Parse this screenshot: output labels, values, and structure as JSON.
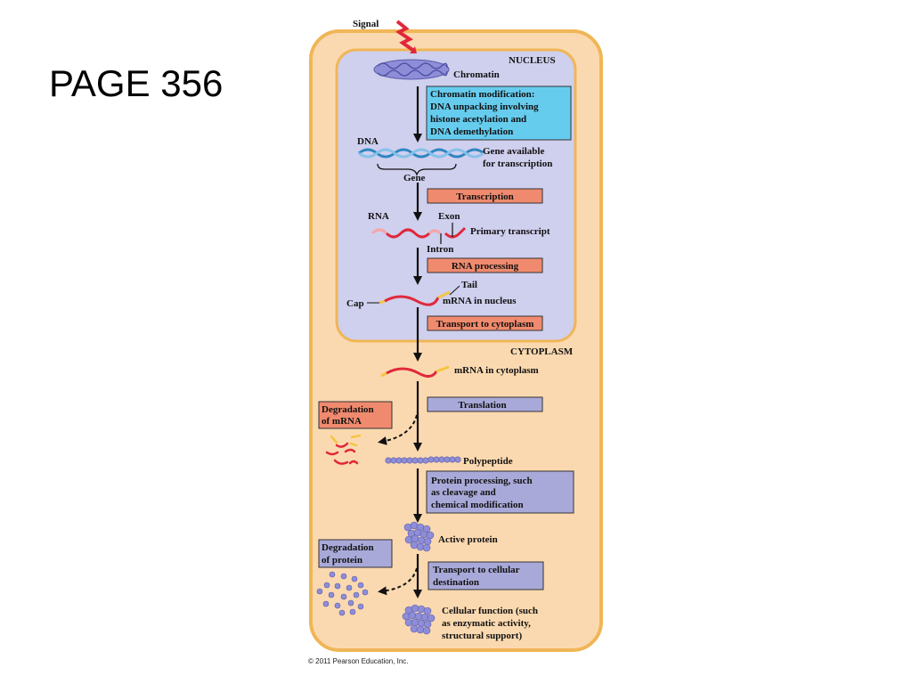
{
  "title": "PAGE 356",
  "copyright": "© 2011 Pearson Education, Inc.",
  "colors": {
    "cell_fill": "#fbd9b0",
    "cell_border": "#f0b657",
    "nucleus_fill": "#cfcfee",
    "blue_box": "#66ccee",
    "salmon_box": "#f08a6e",
    "purple_box": "#a9a9d9",
    "mrna_red": "#e0283a",
    "bead": "#8e8ed8"
  },
  "regions": {
    "nucleus": "NUCLEUS",
    "cytoplasm": "CYTOPLASM"
  },
  "labels": {
    "signal": "Signal",
    "chromatin": "Chromatin",
    "dna": "DNA",
    "gene_available": "Gene available",
    "for_transcription": "for transcription",
    "gene": "Gene",
    "rna": "RNA",
    "exon": "Exon",
    "intron": "Intron",
    "primary_transcript": "Primary transcript",
    "tail": "Tail",
    "cap": "Cap",
    "mrna_nucleus": "mRNA in nucleus",
    "mrna_cytoplasm": "mRNA in cytoplasm",
    "polypeptide": "Polypeptide",
    "active_protein": "Active protein",
    "cellular_function_1": "Cellular function (such",
    "cellular_function_2": "as enzymatic activity,",
    "cellular_function_3": "structural support)"
  },
  "steps": {
    "chromatin_mod": [
      "Chromatin modification:",
      "DNA unpacking involving",
      "histone acetylation and",
      "DNA demethylation"
    ],
    "transcription": "Transcription",
    "rna_processing": "RNA processing",
    "transport_cytoplasm": "Transport to cytoplasm",
    "translation": "Translation",
    "protein_processing": [
      "Protein processing, such",
      "as cleavage and",
      "chemical modification"
    ],
    "transport_cellular": [
      "Transport to cellular",
      "destination"
    ],
    "degradation_mrna": [
      "Degradation",
      "of mRNA"
    ],
    "degradation_protein": [
      "Degradation",
      "of protein"
    ]
  }
}
